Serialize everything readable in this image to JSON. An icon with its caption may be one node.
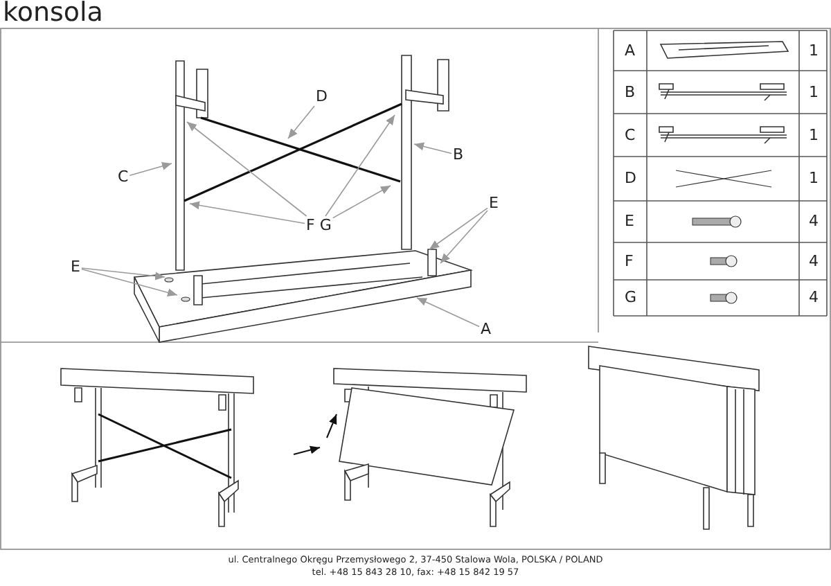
{
  "diagram": {
    "title": "konsola",
    "nodes": [
      {
        "text": [
          "D"
        ]
      },
      {
        "text": [
          "C"
        ]
      },
      {
        "text": [
          "B"
        ]
      },
      {
        "text": [
          "F G"
        ]
      },
      {
        "text": [
          "E"
        ]
      },
      {
        "text": [
          "E"
        ]
      },
      {
        "text": [
          "A"
        ]
      }
    ],
    "edges": [
      {
        "from": 0,
        "to": null,
        "arrow": "to"
      },
      {
        "from": 1,
        "to": null,
        "arrow": "to"
      },
      {
        "from": 2,
        "to": null,
        "arrow": "to"
      },
      {
        "from": 3,
        "to": null,
        "arrow": "to"
      },
      {
        "from": 3,
        "to": null,
        "arrow": "to"
      },
      {
        "from": 3,
        "to": null,
        "arrow": "to"
      },
      {
        "from": 3,
        "to": null,
        "arrow": "to"
      },
      {
        "from": 4,
        "to": null,
        "arrow": "to"
      },
      {
        "from": 4,
        "to": null,
        "arrow": "to"
      },
      {
        "from": 5,
        "to": null,
        "arrow": "to"
      },
      {
        "from": 5,
        "to": null,
        "arrow": "to"
      },
      {
        "from": 6,
        "to": null,
        "arrow": "to"
      }
    ],
    "labels": [
      "A",
      "1",
      "B",
      "1",
      "C",
      "1",
      "D",
      "1",
      "E",
      "4",
      "F",
      "4",
      "G",
      "4",
      "ul. Centralnego Okręgu Przemysłowego 2, 37-450 Stalowa Wola, POLSKA / POLAND",
      "tel. +48 15 843 28 10, fax: +48 15 842 19 57"
    ]
  }
}
